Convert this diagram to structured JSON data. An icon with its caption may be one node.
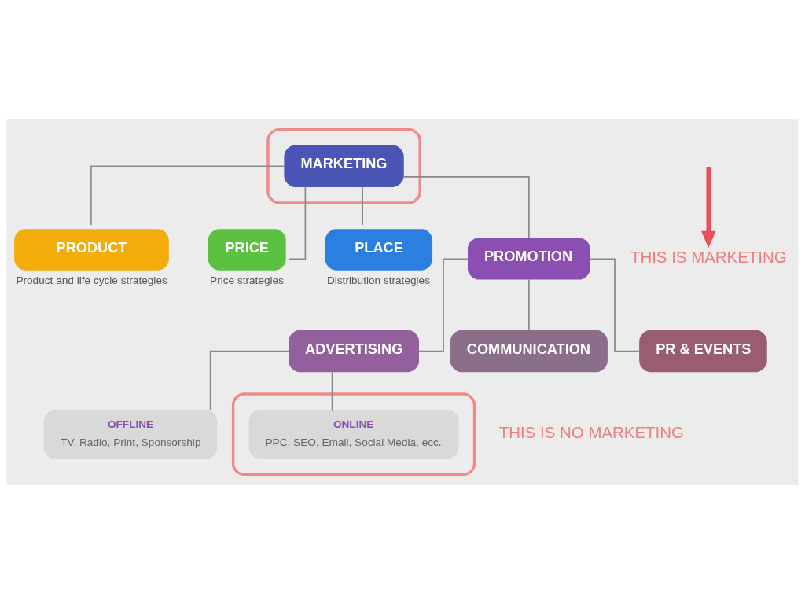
{
  "diagram": {
    "nodes": [
      {
        "text": [],
        "shape": "ellipse"
      },
      {
        "text": [
          "MARKETING"
        ],
        "in": 0
      },
      {
        "text": [
          "PRODUCT"
        ],
        "beside": [
          "Product and life cycle strategies"
        ]
      },
      {
        "text": [
          "PRICE"
        ],
        "beside": [
          "Price strategies"
        ]
      },
      {
        "text": [
          "PLACE"
        ],
        "beside": [
          "Distribution strategies"
        ]
      },
      {
        "text": [
          "PROMOTION"
        ]
      },
      {
        "text": [
          "ADVERTISING"
        ]
      },
      {
        "text": [
          "COMMUNICATION"
        ]
      },
      {
        "text": [
          "PR & EVENTS"
        ]
      },
      {
        "text": [
          "OFFLINE",
          "TV, Radio, Print, Sponsorship"
        ]
      },
      {
        "text": [],
        "shape": "ellipse"
      },
      {
        "text": [
          "ONLINE",
          "PPC, SEO, Email, Social Media, ecc."
        ],
        "in": 10
      },
      {
        "text": [
          "THIS IS MARKETING"
        ]
      }
    ],
    "edges": [
      {
        "from": 1,
        "to": 2,
        "arrow": "none"
      },
      {
        "from": 1,
        "to": 3,
        "arrow": "none"
      },
      {
        "from": 1,
        "to": 4,
        "arrow": "none"
      },
      {
        "from": 1,
        "to": 5,
        "arrow": "none"
      },
      {
        "from": 5,
        "to": 6,
        "arrow": "none"
      },
      {
        "from": 5,
        "to": 7,
        "arrow": "none"
      },
      {
        "from": 5,
        "to": 8,
        "arrow": "none"
      },
      {
        "from": 6,
        "to": 9,
        "arrow": "none"
      },
      {
        "from": 6,
        "to": 11,
        "arrow": "none"
      },
      {
        "from": null,
        "to": 12,
        "arrow": "to",
        "style": "thick",
        "color": "#e8505b"
      }
    ],
    "labels": [
      "THIS IS NO MARKETING"
    ]
  }
}
